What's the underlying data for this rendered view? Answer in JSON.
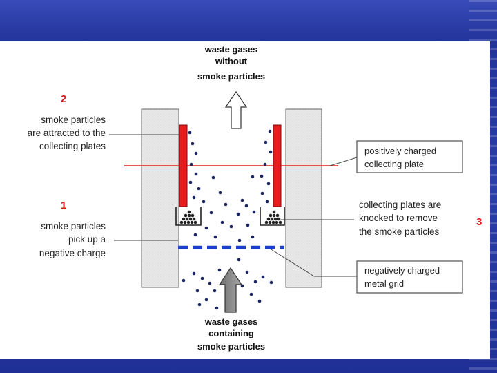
{
  "top": {
    "line1": "waste gases",
    "line2": "without",
    "line3": "smoke particles"
  },
  "bottom": {
    "line1": "waste gases",
    "line2": "containing",
    "line3": "smoke particles"
  },
  "step2": {
    "number": "2",
    "line1": "smoke particles",
    "line2": "are attracted to the",
    "line3": "collecting plates"
  },
  "step1": {
    "number": "1",
    "line1": "smoke particles",
    "line2": "pick up a",
    "line3": "negative charge"
  },
  "step3": {
    "number": "3",
    "line1": "collecting plates are",
    "line2": "knocked to remove",
    "line3": "the smoke particles"
  },
  "positive_label": {
    "line1": "positively charged",
    "line2": "collecting plate"
  },
  "negative_label": {
    "line1": "negatively charged",
    "line2": "metal grid"
  },
  "colors": {
    "step_number": "#d71a1a",
    "collecting_plate": "#e81c1c",
    "grid": "#1a3fcf",
    "particle": "#1b2560",
    "arrow_in": "#8c8c8c"
  }
}
